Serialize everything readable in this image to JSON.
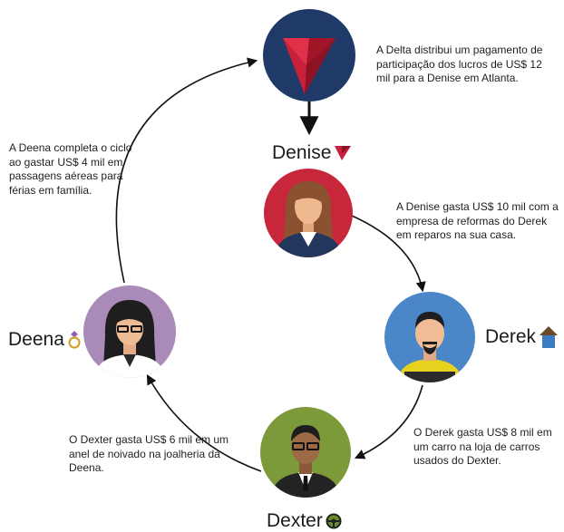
{
  "nodes": {
    "delta": {
      "caption": "A Delta distribui um pagamento de participação dos lucros de US$ 12 mil para a Denise em Atlanta."
    },
    "denise": {
      "name": "Denise",
      "icon": "delta-logo-icon",
      "caption": "A Denise gasta US$ 10 mil com a empresa de reformas do Derek em reparos na sua casa."
    },
    "derek": {
      "name": "Derek",
      "icon": "house-icon",
      "caption": "O Derek gasta US$ 8 mil em um carro na loja de carros usados do Dexter."
    },
    "dexter": {
      "name": "Dexter",
      "icon": "steering-wheel-icon",
      "caption": "O Dexter gasta US$ 6 mil em um anel de noivado na joalheria da Deena."
    },
    "deena": {
      "name": "Deena",
      "icon": "ring-icon",
      "caption": "A Deena completa o ciclo ao gastar US$ 4 mil em passagens aéreas para férias em família."
    }
  },
  "colors": {
    "delta_navy": "#1f3a68",
    "delta_red": "#c8203a",
    "denise_bg": "#c8263a",
    "derek_bg": "#4a86c8",
    "dexter_bg": "#7c9a3a",
    "deena_bg": "#a98ab8",
    "arrow": "#111111"
  }
}
